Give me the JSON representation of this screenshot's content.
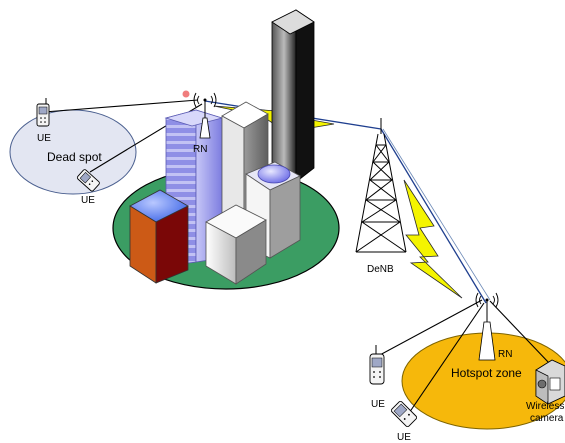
{
  "labels": {
    "ue_top_left": "UE",
    "dead_spot": "Dead spot",
    "ue_dead_spot": "UE",
    "rn_city": "RN",
    "denb": "DeNB",
    "rn_hotspot": "RN",
    "hotspot_zone": "Hotspot zone",
    "ue_hotspot_left": "UE",
    "ue_hotspot_bottom": "UE",
    "wireless_camera_line1": "Wireless",
    "wireless_camera_line2": "camera"
  },
  "colors": {
    "ground": "#3b9d63",
    "dead_spot_area": "#e3e6f2",
    "hotspot_area": "#f6b80b",
    "link": "#1f3f8f",
    "wireless_bolt": "#f4f400",
    "tower_tall": "#111111",
    "building_blue": "#8f8fe6",
    "building_orange": "#cc5a16",
    "building_maroon": "#7a0707"
  },
  "icons": [
    "mobile-phone-icon",
    "antenna-icon",
    "lattice-tower-icon",
    "wireless-camera-icon",
    "lightning-link-icon"
  ]
}
